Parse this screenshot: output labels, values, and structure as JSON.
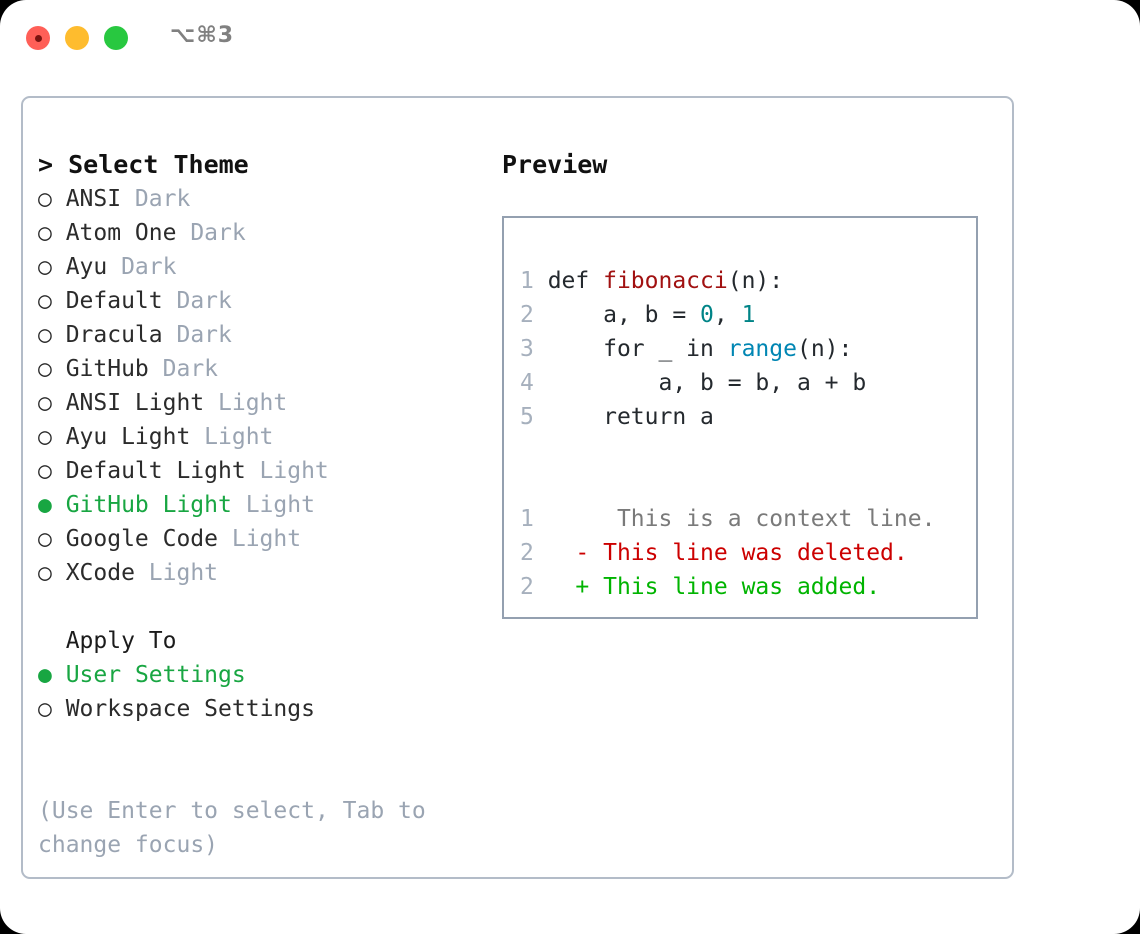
{
  "titlebar": {
    "shortcut": "⌥⌘3",
    "buttons": [
      {
        "name": "close",
        "color": "#ff5f57"
      },
      {
        "name": "minimize",
        "color": "#febc2e"
      },
      {
        "name": "maximize",
        "color": "#28c840"
      }
    ]
  },
  "theme_picker": {
    "heading": "> Select Theme",
    "selected_bullet": "●",
    "unselected_bullet": "○",
    "accent_color": "#18a642",
    "muted_color": "#9aa4b2",
    "items": [
      {
        "bullet": "○",
        "name": "ANSI",
        "variant": "Dark",
        "selected": false
      },
      {
        "bullet": "○",
        "name": "Atom One",
        "variant": "Dark",
        "selected": false
      },
      {
        "bullet": "○",
        "name": "Ayu",
        "variant": "Dark",
        "selected": false
      },
      {
        "bullet": "○",
        "name": "Default",
        "variant": "Dark",
        "selected": false
      },
      {
        "bullet": "○",
        "name": "Dracula",
        "variant": "Dark",
        "selected": false
      },
      {
        "bullet": "○",
        "name": "GitHub",
        "variant": "Dark",
        "selected": false
      },
      {
        "bullet": "○",
        "name": "ANSI Light",
        "variant": "Light",
        "selected": false
      },
      {
        "bullet": "○",
        "name": "Ayu Light",
        "variant": "Light",
        "selected": false
      },
      {
        "bullet": "○",
        "name": "Default Light",
        "variant": "Light",
        "selected": false
      },
      {
        "bullet": "●",
        "name": "GitHub Light",
        "variant": "Light",
        "selected": true
      },
      {
        "bullet": "○",
        "name": "Google Code",
        "variant": "Light",
        "selected": false
      },
      {
        "bullet": "○",
        "name": "XCode",
        "variant": "Light",
        "selected": false
      }
    ]
  },
  "apply_to": {
    "heading": "Apply To",
    "items": [
      {
        "bullet": "●",
        "label": "User Settings",
        "selected": true
      },
      {
        "bullet": "○",
        "label": "Workspace Settings",
        "selected": false
      }
    ]
  },
  "hint": "(Use Enter to select, Tab to change focus)",
  "preview": {
    "heading": "Preview",
    "code": [
      {
        "ln": "1",
        "tokens": [
          {
            "t": "def ",
            "c": "plain"
          },
          {
            "t": "fibonacci",
            "c": "fn"
          },
          {
            "t": "(n):",
            "c": "plain"
          }
        ]
      },
      {
        "ln": "2",
        "tokens": [
          {
            "t": "    a, b = ",
            "c": "plain"
          },
          {
            "t": "0",
            "c": "num"
          },
          {
            "t": ", ",
            "c": "plain"
          },
          {
            "t": "1",
            "c": "num"
          }
        ]
      },
      {
        "ln": "3",
        "tokens": [
          {
            "t": "    for _ in ",
            "c": "plain"
          },
          {
            "t": "range",
            "c": "call"
          },
          {
            "t": "(n):",
            "c": "plain"
          }
        ]
      },
      {
        "ln": "4",
        "tokens": [
          {
            "t": "        a, b = b, a + b",
            "c": "plain"
          }
        ]
      },
      {
        "ln": "5",
        "tokens": [
          {
            "t": "    return a",
            "c": "plain"
          }
        ]
      }
    ],
    "diff": [
      {
        "ln": "1",
        "marker": " ",
        "text": "  This is a context line.",
        "kind": "ctx"
      },
      {
        "ln": "2",
        "marker": "-",
        "text": " This line was deleted.",
        "kind": "del"
      },
      {
        "ln": "2",
        "marker": "+",
        "text": " This line was added.",
        "kind": "add"
      }
    ],
    "colors": {
      "function": "#a11111",
      "number": "#008487",
      "builtin": "#0086b3",
      "context": "#7a7a7a",
      "deleted": "#cc0000",
      "added": "#00b400",
      "line_number": "#a6b0bd"
    }
  }
}
